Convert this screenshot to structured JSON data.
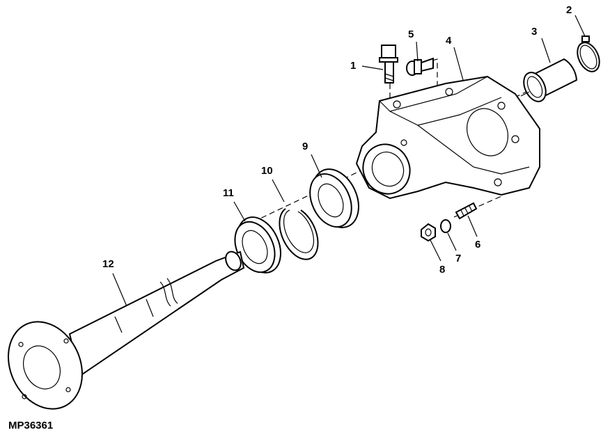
{
  "figure_id": "MP36361",
  "callouts": [
    {
      "number": "1",
      "part": "bolt"
    },
    {
      "number": "2",
      "part": "snap-ring"
    },
    {
      "number": "3",
      "part": "bushing"
    },
    {
      "number": "4",
      "part": "housing"
    },
    {
      "number": "5",
      "part": "flange-bolt"
    },
    {
      "number": "6",
      "part": "stud"
    },
    {
      "number": "7",
      "part": "lock-washer"
    },
    {
      "number": "8",
      "part": "nut"
    },
    {
      "number": "9",
      "part": "bearing"
    },
    {
      "number": "10",
      "part": "retaining-ring"
    },
    {
      "number": "11",
      "part": "seal"
    },
    {
      "number": "12",
      "part": "axle-shaft"
    }
  ]
}
